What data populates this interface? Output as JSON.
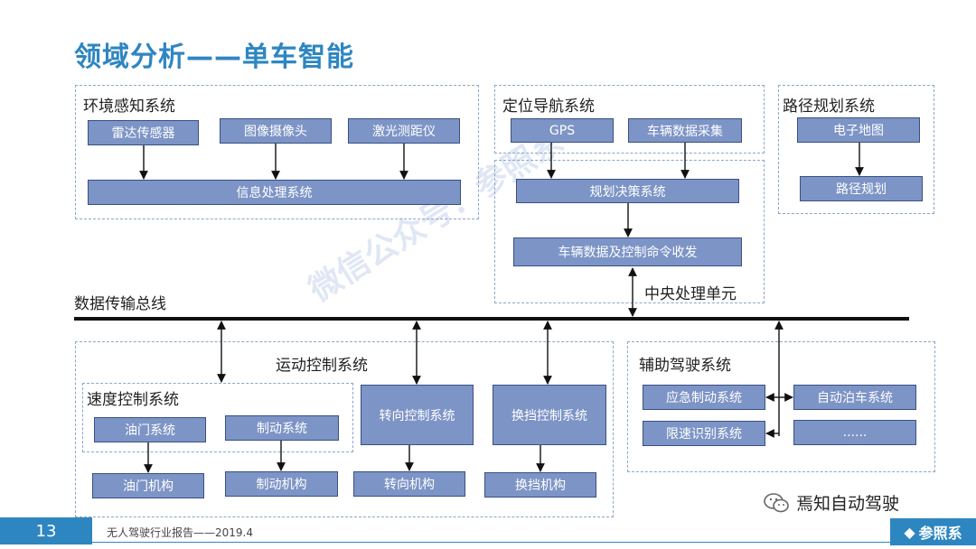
{
  "title": "领域分析——单车智能",
  "groups": {
    "env": "环境感知系统",
    "nav": "定位导航系统",
    "path": "路径规划系统",
    "cpu": "中央处理单元",
    "motion": "运动控制系统",
    "speed": "速度控制系统",
    "assist": "辅助驾驶系统"
  },
  "nodes": {
    "radar": "雷达传感器",
    "camera": "图像摄像头",
    "lidar": "激光测距仪",
    "info": "信息处理系统",
    "gps": "GPS",
    "vehicle_data": "车辆数据采集",
    "planning": "规划决策系统",
    "command": "车辆数据及控制命令收发",
    "map": "电子地图",
    "route": "路径规划",
    "throttle": "油门系统",
    "brake": "制动系统",
    "steer": "转向控制系统",
    "gear": "换挡控制系统",
    "throttle_mech": "油门机构",
    "brake_mech": "制动机构",
    "steer_mech": "转向机构",
    "gear_mech": "换挡机构",
    "emergency": "应急制动系统",
    "parking": "自动泊车系统",
    "speedlimit": "限速识别系统",
    "more": "......"
  },
  "bus_label": "数据传输总线",
  "watermark": "微信公众号：参照系",
  "footer": {
    "page_number": "13",
    "source": "无人驾驶行业报告——2019.4",
    "wechat_account": "焉知自动驾驶",
    "brand": "参照系"
  },
  "colors": {
    "accent": "#2e86c1",
    "node_fill": "#7d94c6",
    "node_border": "#3a4f86"
  }
}
